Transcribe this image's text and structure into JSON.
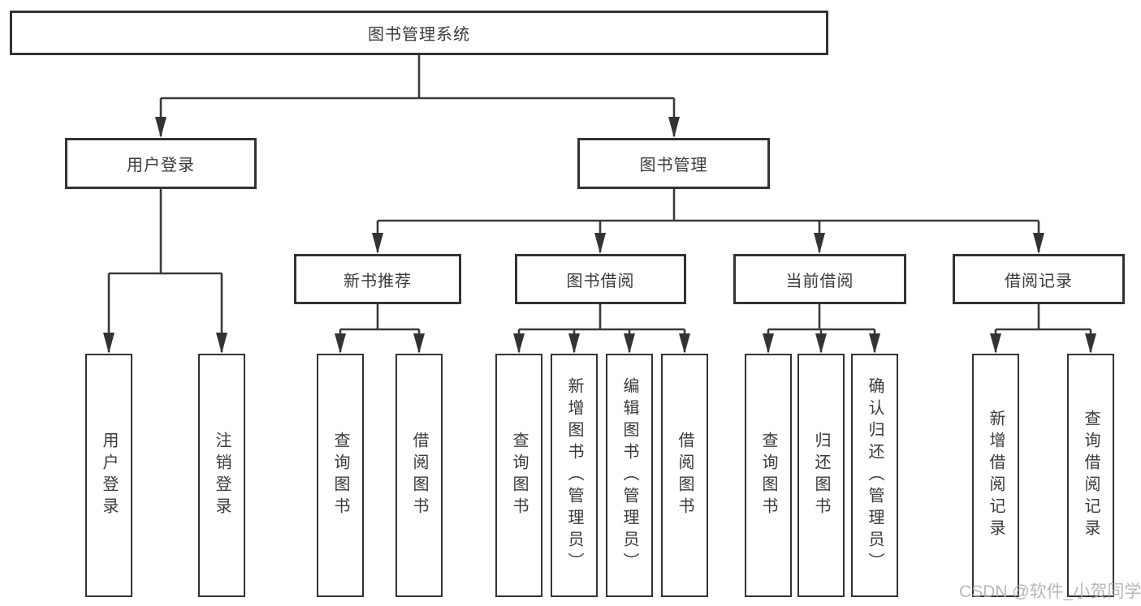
{
  "tree": {
    "root": "图书管理系统",
    "branches": [
      {
        "label": "用户登录",
        "leaves": [
          "用户登录",
          "注销登录"
        ]
      },
      {
        "label": "图书管理",
        "groups": [
          {
            "label": "新书推荐",
            "leaves": [
              "查询图书",
              "借阅图书"
            ]
          },
          {
            "label": "图书借阅",
            "leaves": [
              "查询图书",
              "新增图书（管理员）",
              "编辑图书（管理员）",
              "借阅图书"
            ]
          },
          {
            "label": "当前借阅",
            "leaves": [
              "查询图书",
              "归还图书",
              "确认归还（管理员）"
            ]
          },
          {
            "label": "借阅记录",
            "leaves": [
              "新增借阅记录",
              "查询借阅记录"
            ]
          }
        ]
      }
    ]
  },
  "watermark": {
    "text": "CSDN @软件_小贺同学"
  },
  "colors": {
    "line": "#3a3a3a",
    "box_border": "#333333",
    "text": "#3a3a3a",
    "watermark": "#aaaaaa",
    "background": "#ffffff"
  }
}
